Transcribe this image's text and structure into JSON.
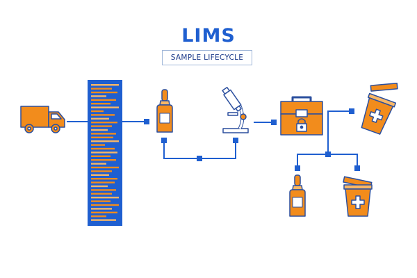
{
  "header": {
    "title": "LIMS",
    "subtitle": "SAMPLE LIFECYCLE"
  },
  "colors": {
    "primary_blue": "#1f5fd0",
    "dark_blue": "#1b3a8a",
    "orange": "#f28c1c",
    "light_orange": "#f8b766",
    "outline": "#2b4f9e"
  },
  "diagram": {
    "nodes": [
      {
        "id": "delivery-truck",
        "icon": "truck-icon"
      },
      {
        "id": "sample-barcode",
        "icon": "barcode-icon"
      },
      {
        "id": "sample-vial",
        "icon": "vial-icon"
      },
      {
        "id": "microscope",
        "icon": "microscope-icon"
      },
      {
        "id": "locked-storage",
        "icon": "locked-box-icon"
      },
      {
        "id": "disposal-bin-top",
        "icon": "medical-bin-icon"
      },
      {
        "id": "return-vial",
        "icon": "vial-icon"
      },
      {
        "id": "disposal-bin-bottom",
        "icon": "medical-bin-icon"
      }
    ]
  }
}
